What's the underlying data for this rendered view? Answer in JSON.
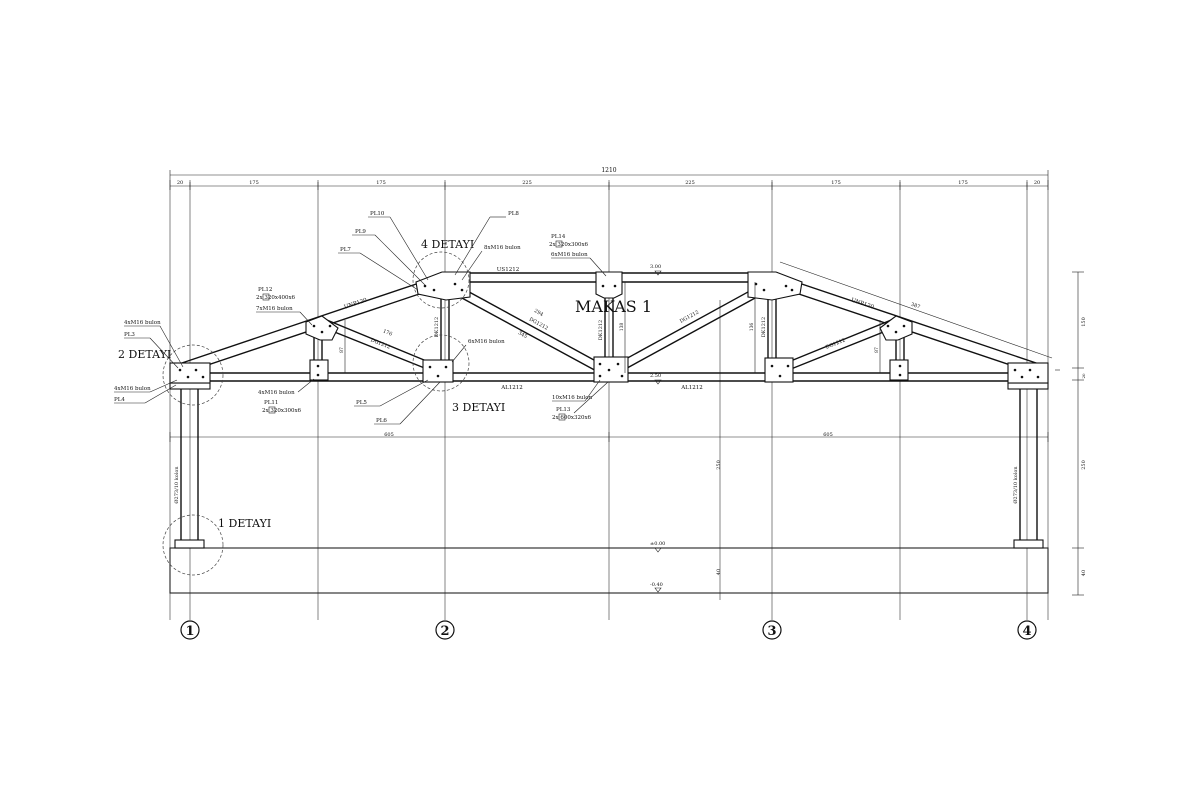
{
  "drawing": {
    "title": "MAKAS 1",
    "details": {
      "d1": "1 DETAYI",
      "d2": "2 DETAYI",
      "d3": "3 DETAYI",
      "d4": "4 DETAYI"
    },
    "axes": [
      "1",
      "2",
      "3",
      "4"
    ],
    "top_dimensions": {
      "total": "1210",
      "segments": [
        "20",
        "175",
        "175",
        "225",
        "225",
        "175",
        "175",
        "20"
      ]
    },
    "mid_dimensions": [
      "605",
      "605"
    ],
    "right_dimensions": [
      "150",
      "20",
      "250",
      "40"
    ],
    "vertical_dims": [
      "250",
      "40"
    ],
    "elevations": {
      "ridge": "3.00",
      "eave": "2.50",
      "column_base": "±0.00",
      "foundation": "-0.40"
    },
    "members": {
      "top_chord_left": "UNP120",
      "top_chord_right": "UNP120",
      "top_chord_mid": "US1212",
      "bottom_chord_left": "AL1212",
      "bottom_chord_right": "AL1212",
      "diag_left": "DG1212",
      "diag_mid_left": "DG1212",
      "diag_mid_right": "DG1212",
      "diag_right": "DG1212",
      "vert_2": "DK1212",
      "vert_mid": "DK1212",
      "vert_3": "DK1212",
      "col_left": "Ø273/10 kolon",
      "col_right": "Ø273/10 kolon"
    },
    "annotations": {
      "pl10": "PL10",
      "pl9": "PL9",
      "pl7": "PL7",
      "pl8": "PL8",
      "bolts_8m16_top": "8xM16 bulon",
      "pl12": "PL12",
      "pl12_spec": "2x  320x400x6",
      "bolts_7m16": "7xM16 bulon",
      "bolts_4m16_a": "4xM16 bulon",
      "pl3": "PL3",
      "bolts_4m16_b": "4xM16 bulon",
      "pl4": "PL4",
      "bolts_4m16_c": "4xM16 bulon",
      "pl11": "PL11",
      "pl11_spec": "2x  320x300x6",
      "pl5": "PL5",
      "pl6": "PL6",
      "bolts_6m16": "6xM16 bulon",
      "pl14": "PL14",
      "pl14_spec": "2x  320x300x6",
      "bolts_6m16_b": "6xM16 bulon",
      "bolts_10m16": "10xM16 bulon",
      "pl13": "PL13",
      "pl13_spec": "2x  600x320x6",
      "len_176": "176",
      "len_294": "294",
      "len_345": "345",
      "len_387": "387",
      "h_87": "87",
      "h_138": "138",
      "h_136": "136",
      "h_87b": "87"
    }
  }
}
